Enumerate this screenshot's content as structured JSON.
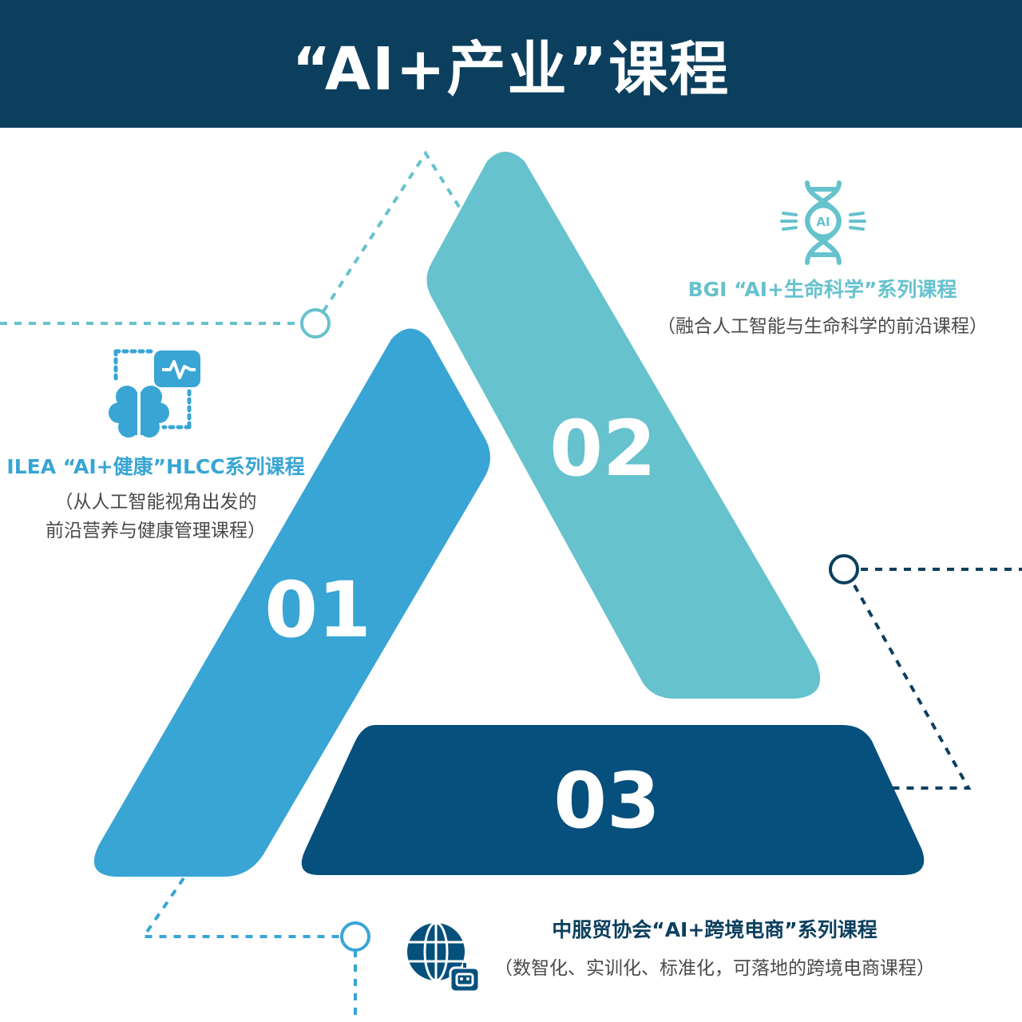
{
  "header": {
    "title": "“AI+产业”课程"
  },
  "segments": [
    {
      "number": "01",
      "color": "#38a5d4",
      "title": "ILEA “AI+健康”HLCC系列课程",
      "subtitle_lines": [
        "（从人工智能视角出发的",
        "前沿营养与健康管理课程）"
      ],
      "icon": "brain-monitor-icon"
    },
    {
      "number": "02",
      "color": "#66c2cd",
      "title": "BGI “AI+生命科学”系列课程",
      "subtitle_lines": [
        "（融合人工智能与生命科学的前沿课程）"
      ],
      "icon": "dna-ai-icon"
    },
    {
      "number": "03",
      "color": "#05507c",
      "title": "中服贸协会“AI+跨境电商”系列课程",
      "subtitle_lines": [
        "（数智化、实训化、标准化，可落地的跨境电商课程）"
      ],
      "icon": "globe-robot-icon"
    }
  ],
  "colors": {
    "header_bg": "#0c3f5e",
    "dotted_light": "#66c2cd",
    "dotted_blue": "#38a5d4",
    "dotted_dark": "#0c3f5e"
  }
}
